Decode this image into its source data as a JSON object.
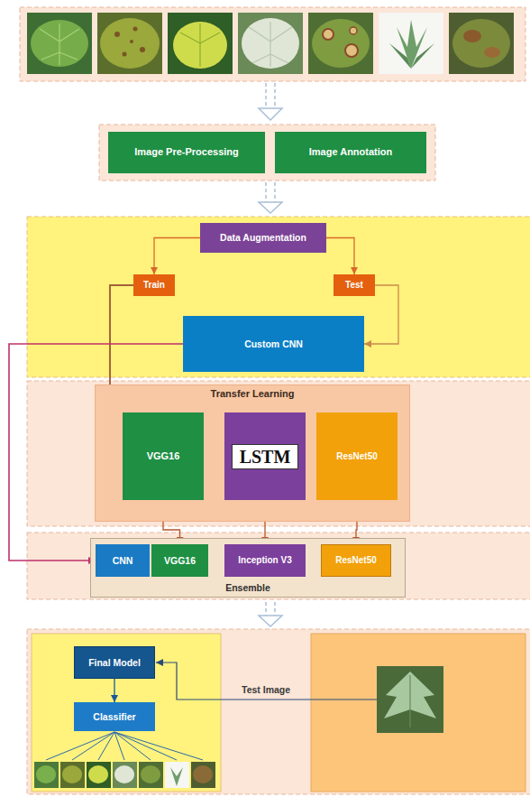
{
  "diagram": {
    "nodes": [
      {
        "text": [
          "Image Pre-Processing"
        ]
      },
      {
        "text": [
          "Image Annotation"
        ]
      },
      {
        "text": [
          "Data Augmentation"
        ]
      },
      {
        "text": [
          "Train"
        ]
      },
      {
        "text": [
          "Test"
        ]
      },
      {
        "text": [
          "Custom CNN"
        ]
      },
      {
        "text": [
          "Transfer Learning"
        ]
      },
      {
        "text": [
          "VGG16"
        ],
        "in": 6
      },
      {
        "text": [
          "LSTM"
        ],
        "in": 6
      },
      {
        "text": [
          "ResNet50"
        ],
        "in": 6
      },
      {
        "text": [
          "Ensemble"
        ]
      },
      {
        "text": [
          "CNN"
        ],
        "in": 10
      },
      {
        "text": [
          "VGG16"
        ],
        "in": 10
      },
      {
        "text": [
          "Inception V3"
        ],
        "in": 10
      },
      {
        "text": [
          "ResNet50"
        ],
        "in": 10
      },
      {
        "text": [
          "Final Model"
        ]
      },
      {
        "text": [
          "Classifier"
        ]
      }
    ],
    "edges": [
      {
        "from": 2,
        "to": 3,
        "arrow": "to"
      },
      {
        "from": 2,
        "to": 4,
        "arrow": "to"
      },
      {
        "from": 4,
        "to": 5,
        "arrow": "to"
      },
      {
        "from": 3,
        "to": 7,
        "arrow": "to"
      },
      {
        "from": 3,
        "to": 8,
        "arrow": "to"
      },
      {
        "from": 3,
        "to": 9,
        "arrow": "to"
      },
      {
        "from": 5,
        "to": 11,
        "arrow": "to"
      },
      {
        "from": 7,
        "to": 12,
        "arrow": "to"
      },
      {
        "from": 8,
        "to": 13,
        "arrow": "to"
      },
      {
        "from": 9,
        "to": 14,
        "arrow": "to"
      },
      {
        "from": 15,
        "to": 16,
        "arrow": "to"
      }
    ],
    "labels": [
      "Test Image"
    ]
  }
}
